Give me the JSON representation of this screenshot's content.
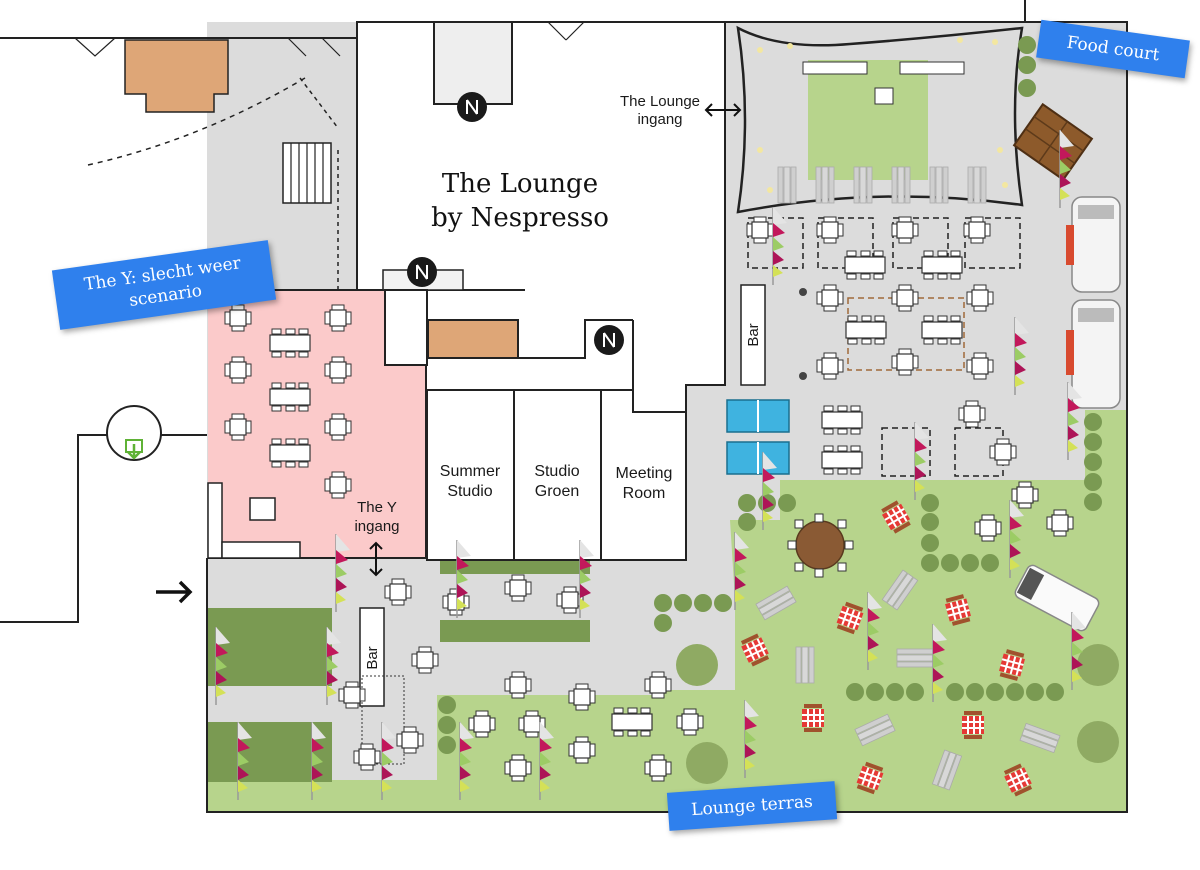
{
  "labels": {
    "lounge_title_line1": "The Lounge",
    "lounge_title_line2": "by Nespresso",
    "lounge_entrance_line1": "The Lounge",
    "lounge_entrance_line2": "ingang",
    "y_entrance_line1": "The Y",
    "y_entrance_line2": "ingang",
    "summer_studio_line1": "Summer",
    "summer_studio_line2": "Studio",
    "studio_groen_line1": "Studio",
    "studio_groen_line2": "Groen",
    "meeting_room_line1": "Meeting",
    "meeting_room_line2": "Room",
    "bar_right": "Bar",
    "bar_left": "Bar"
  },
  "callouts": {
    "food_court": "Food court",
    "the_y_bad_weather": "The Y: slecht weer scenario",
    "lounge_terras": "Lounge terras"
  },
  "icons": {
    "nespresso": "nespresso-logo-icon",
    "entry_arrow": "arrow-right-icon",
    "download": "green-download-icon"
  },
  "colors": {
    "grass": "#b7d48c",
    "dark_grass": "#7a9a52",
    "paving": "#dcdcdc",
    "pink_zone": "#fbcaca",
    "terracotta": "#dea677",
    "callout_blue": "#2f80ed",
    "pool_blue": "#3fb3e0"
  }
}
